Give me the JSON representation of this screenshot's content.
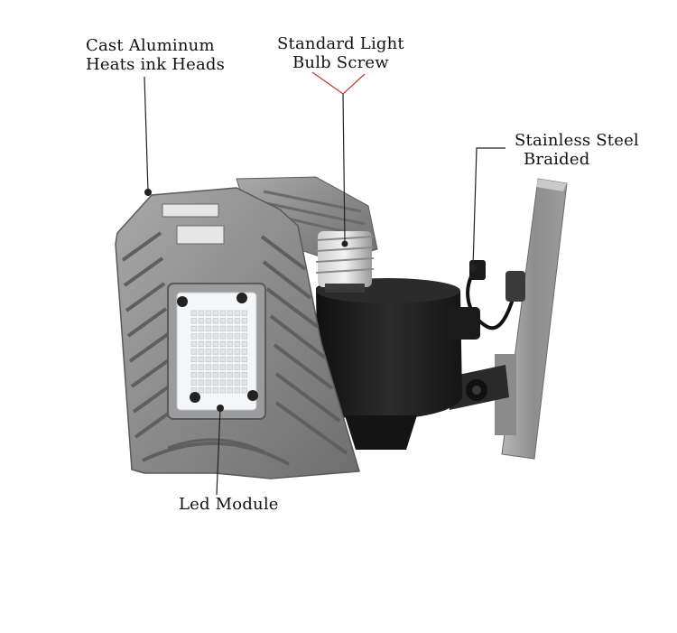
{
  "callouts": {
    "cast_aluminum": {
      "line1": "Cast Aluminum",
      "line2": "Heats ink Heads"
    },
    "bulb_screw": {
      "line1": "Standard Light",
      "line2": "Bulb Screw"
    },
    "stainless_steel": {
      "line1": "Stainless Steel",
      "line2": "Braided"
    },
    "led_module": {
      "line1": "Led Module"
    }
  },
  "colors": {
    "aluminum": "#8e8e8e",
    "aluminum_dark": "#6f6f6f",
    "housing": "#1e1e1e",
    "led": "#f4f6f8",
    "leader": "#222222",
    "leader_accent": "#c0392b"
  }
}
